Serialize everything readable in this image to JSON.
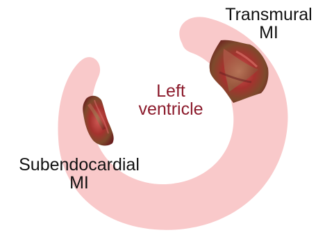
{
  "labels": {
    "transmural_line1": "Transmural",
    "transmural_line2": "MI",
    "left_ventricle_line1": "Left",
    "left_ventricle_line2": "ventricle",
    "subendocardial_line1": "Subendocardial",
    "subendocardial_line2": "MI"
  },
  "colors": {
    "myocardium": "#f9c9ca",
    "infarct_dark": "#7a1f1f",
    "infarct_mid": "#b8413a",
    "infarct_highlight": "#8a9a5a",
    "left_ventricle_text": "#8b1a2b",
    "label_text": "#111111"
  }
}
